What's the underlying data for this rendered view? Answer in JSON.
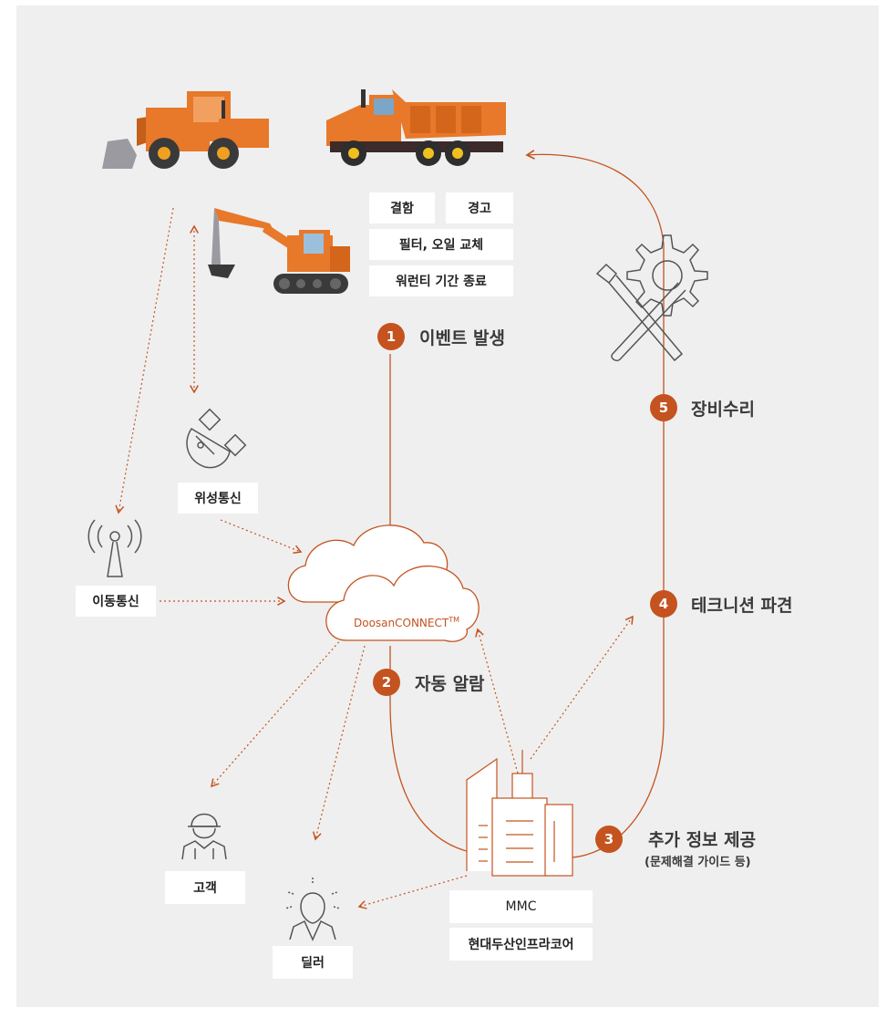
{
  "event_tags": [
    "결함",
    "경고",
    "필터, 오일 교체",
    "워런티 기간 종료"
  ],
  "steps": [
    {
      "num": "1",
      "label": "이벤트 발생"
    },
    {
      "num": "2",
      "label": "자동 알람"
    },
    {
      "num": "3",
      "label": "추가 정보 제공",
      "sub": "(문제해결 가이드 등)"
    },
    {
      "num": "4",
      "label": "테크니션 파견"
    },
    {
      "num": "5",
      "label": "장비수리"
    }
  ],
  "cloud": {
    "name": "DoosanCONNECT",
    "tm": "TM"
  },
  "channels": {
    "satellite": "위성통신",
    "mobile": "이동통신"
  },
  "recipients": {
    "customer": "고객",
    "dealer": "딜러"
  },
  "mmc": {
    "title": "MMC",
    "company": "현대두산인프라코어"
  },
  "colors": {
    "accent": "#c4531f",
    "background": "#efefef",
    "machine": "#e8782a"
  }
}
